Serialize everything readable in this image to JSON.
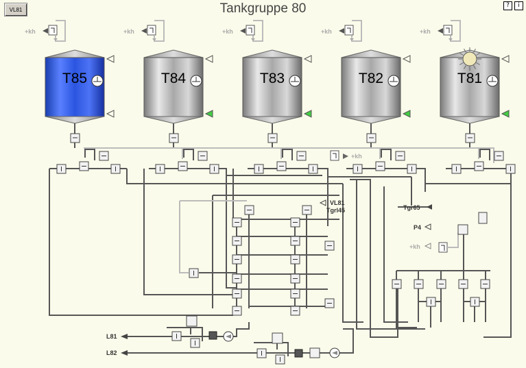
{
  "header": {
    "button_label": "VL81",
    "title": "Tankgruppe 80",
    "help_icon_1": "?",
    "help_icon_2": "i"
  },
  "tanks": [
    {
      "label": "T85",
      "state": "full",
      "fill_color": "#2255dd",
      "lamp": false,
      "outlet_active": false
    },
    {
      "label": "T84",
      "state": "empty",
      "fill_color": "#b8b8b8",
      "lamp": false,
      "outlet_active": true
    },
    {
      "label": "T83",
      "state": "empty",
      "fill_color": "#b8b8b8",
      "lamp": false,
      "outlet_active": true
    },
    {
      "label": "T82",
      "state": "empty",
      "fill_color": "#b8b8b8",
      "lamp": false,
      "outlet_active": true
    },
    {
      "label": "T81",
      "state": "empty",
      "fill_color": "#b8b8b8",
      "lamp": true,
      "outlet_active": true
    }
  ],
  "kh_label": "+kh",
  "labels": {
    "vl81": "VL81",
    "tgrl45": "Tgrl45",
    "tgr65": "Tgr65",
    "p4": "P4",
    "kh_right": "+kh",
    "kh_mid": "+kh",
    "l81": "L81",
    "l82": "L82"
  },
  "colors": {
    "active_arrow": "#44cc44",
    "pipe": "#555555",
    "pipe_light": "#bbbbbb",
    "background": "#fbfbeb"
  }
}
